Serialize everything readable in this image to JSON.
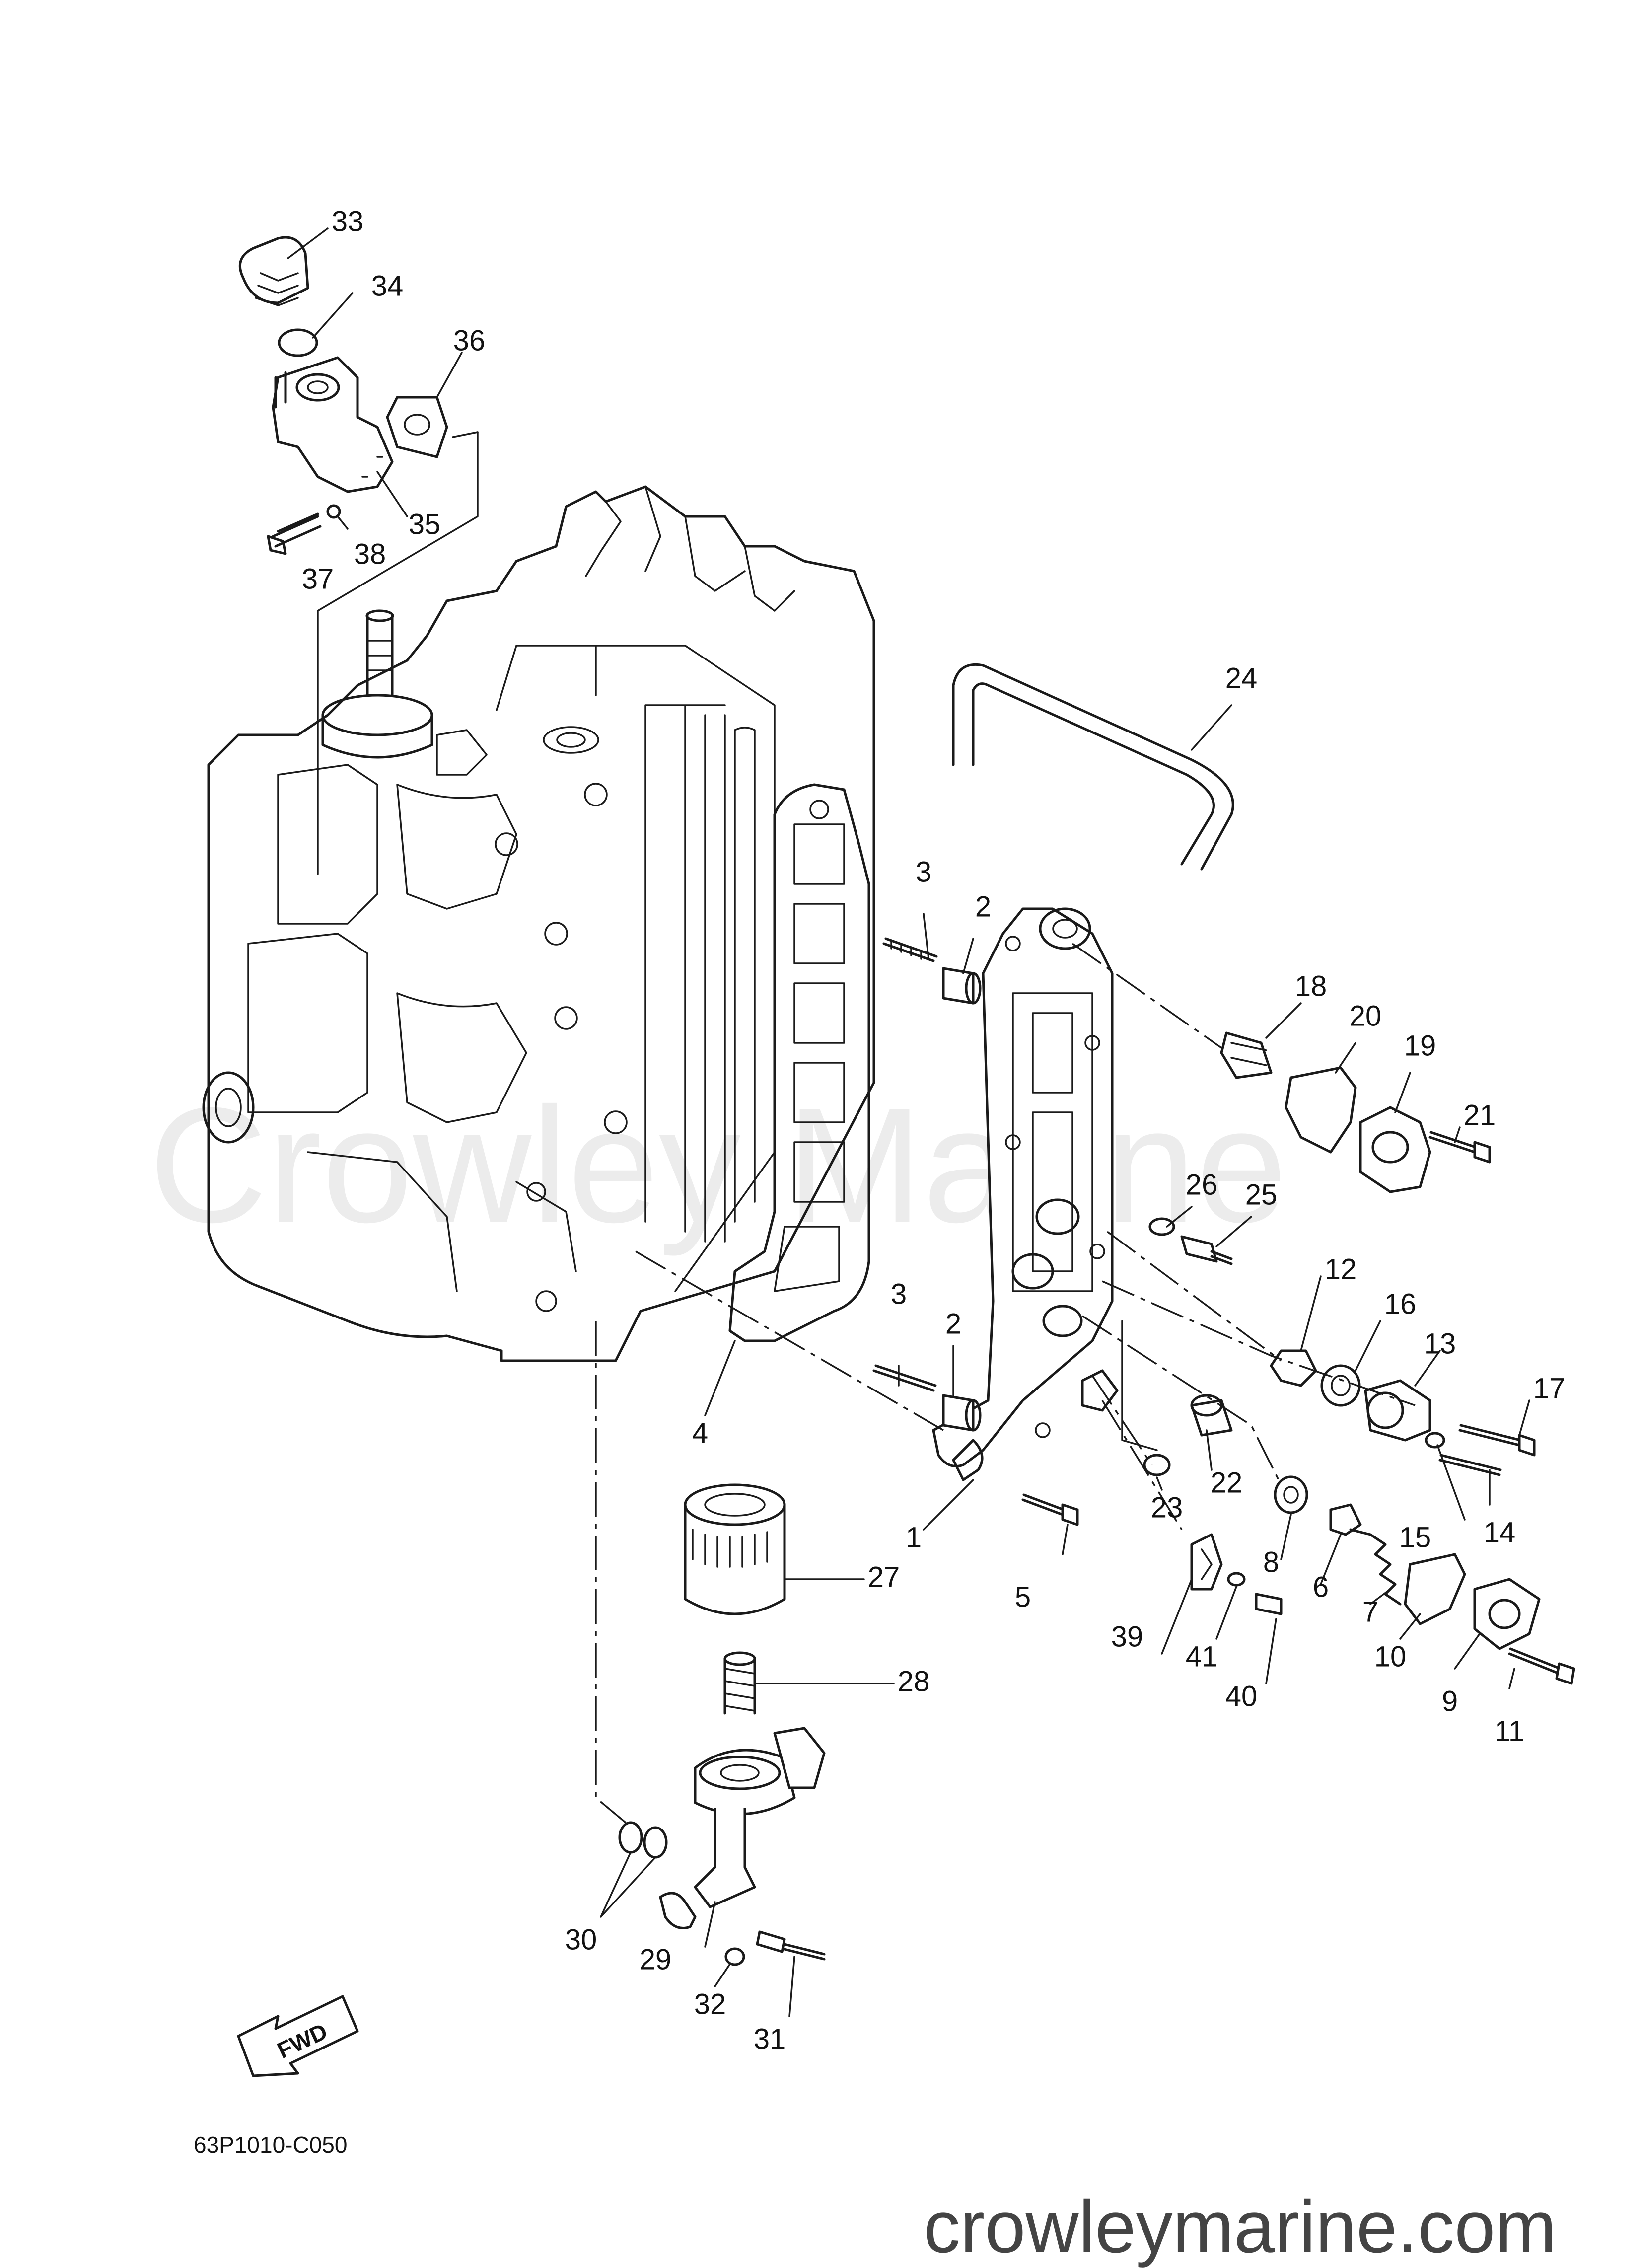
{
  "diagram": {
    "drawing_code": "63P1010-C050",
    "watermark": "Crowley Marine",
    "website": "crowleymarine.com",
    "fwd_label": "FWD",
    "callouts": {
      "n1": "1",
      "n2a": "2",
      "n2b": "2",
      "n3a": "3",
      "n3b": "3",
      "n4": "4",
      "n5": "5",
      "n6": "6",
      "n7": "7",
      "n8": "8",
      "n9": "9",
      "n10": "10",
      "n11": "11",
      "n12": "12",
      "n13": "13",
      "n14": "14",
      "n15": "15",
      "n16": "16",
      "n17": "17",
      "n18": "18",
      "n19": "19",
      "n20": "20",
      "n21": "21",
      "n22": "22",
      "n23": "23",
      "n24": "24",
      "n25": "25",
      "n26": "26",
      "n27": "27",
      "n28": "28",
      "n29": "29",
      "n30": "30",
      "n31": "31",
      "n32": "32",
      "n33": "33",
      "n34": "34",
      "n35": "35",
      "n36": "36",
      "n37": "37",
      "n38": "38",
      "n39": "39",
      "n40": "40",
      "n41": "41"
    }
  }
}
